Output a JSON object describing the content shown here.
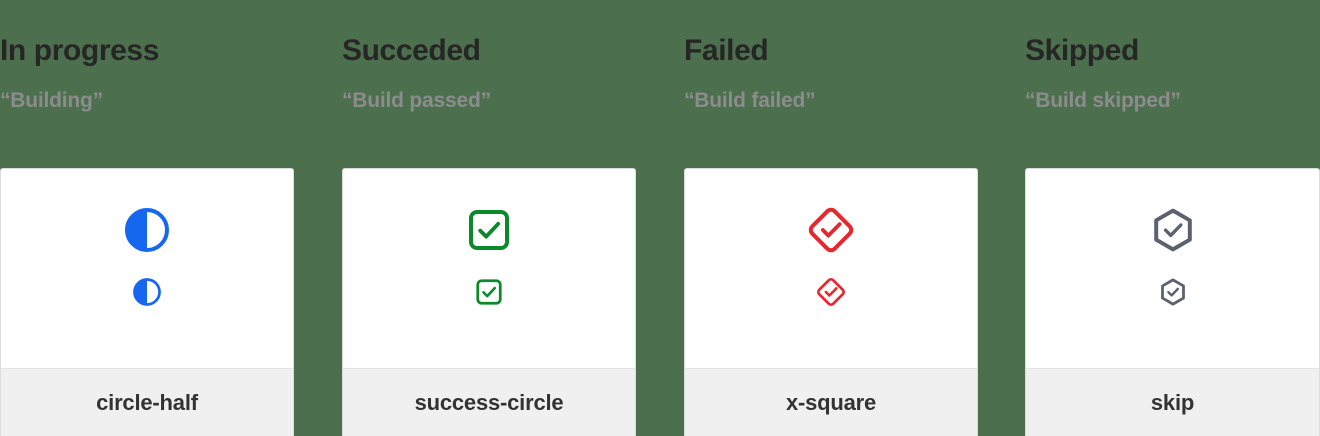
{
  "page": {
    "background_color": "#4c704d"
  },
  "columns": [
    {
      "heading": "In progress",
      "subheading": "“Building”",
      "icon_name": "circle-half",
      "icon_color": "#1667ef",
      "card_label": "circle-half"
    },
    {
      "heading": "Succeded",
      "subheading": "“Build passed”",
      "icon_name": "success-circle",
      "icon_color": "#0a8a2a",
      "card_label": "success-circle"
    },
    {
      "heading": "Failed",
      "subheading": "“Build failed”",
      "icon_name": "x-square",
      "icon_color": "#e8262d",
      "card_label": "x-square"
    },
    {
      "heading": "Skipped",
      "subheading": "“Build skipped”",
      "icon_name": "skip",
      "icon_color": "#5c6170",
      "card_label": "skip"
    }
  ]
}
